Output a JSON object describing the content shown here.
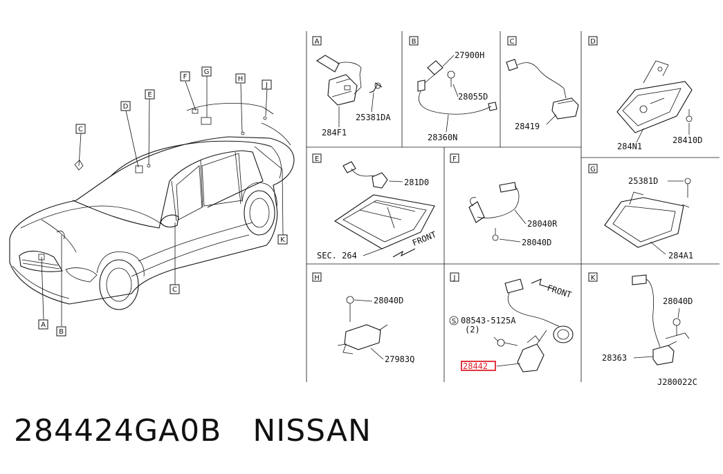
{
  "main_callouts": [
    "A",
    "B",
    "C",
    "C",
    "D",
    "E",
    "F",
    "G",
    "H",
    "J",
    "K"
  ],
  "panels": [
    {
      "letter": "A",
      "parts": [
        "25381DA",
        "284F1"
      ]
    },
    {
      "letter": "B",
      "parts": [
        "27900H",
        "28055D",
        "28360N"
      ]
    },
    {
      "letter": "C",
      "parts": [
        "28419"
      ]
    },
    {
      "letter": "D",
      "parts": [
        "284N1",
        "28410D"
      ]
    },
    {
      "letter": "E",
      "parts": [
        "281D0",
        "SEC. 264",
        "FRONT"
      ]
    },
    {
      "letter": "F",
      "parts": [
        "28040R",
        "28040D"
      ]
    },
    {
      "letter": "G",
      "parts": [
        "25381D",
        "284A1"
      ]
    },
    {
      "letter": "H",
      "parts": [
        "28040D",
        "27983Q"
      ]
    },
    {
      "letter": "J",
      "parts": [
        "FRONT",
        "08543-5125A",
        "(2)",
        "28442"
      ]
    },
    {
      "letter": "K",
      "parts": [
        "28040D",
        "28363"
      ]
    }
  ],
  "bolt_symbol": "S",
  "highlight_color": "#e0202a",
  "diagram_code": "J280022C",
  "footer": {
    "part_number": "284424GA0B",
    "brand": "NISSAN"
  }
}
